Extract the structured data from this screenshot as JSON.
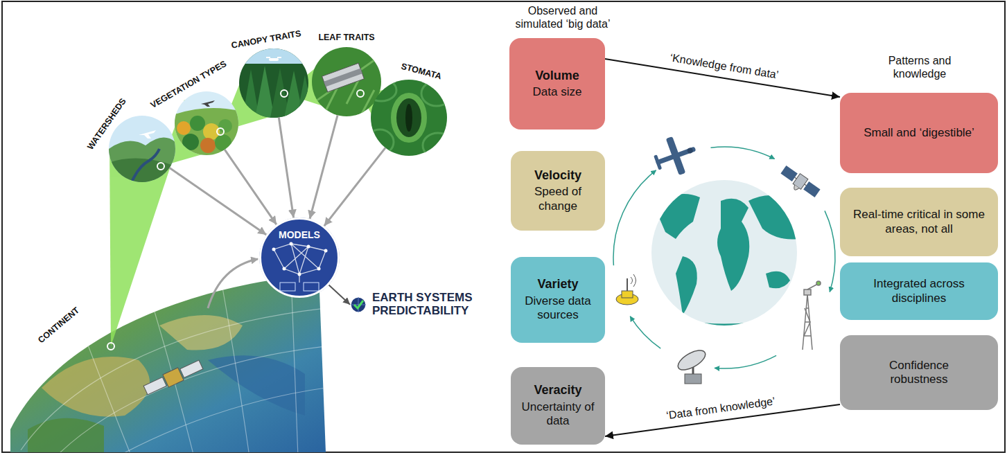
{
  "diagram": {
    "nodes": [
      {
        "text": [
          "WATERSHEDS"
        ]
      },
      {
        "text": [
          "VEGETATION TYPES"
        ]
      },
      {
        "text": [
          "CANOPY TRAITS"
        ]
      },
      {
        "text": [
          "LEAF TRAITS"
        ]
      },
      {
        "text": [
          "STOMATA"
        ]
      },
      {
        "text": [
          "MODELS"
        ]
      },
      {
        "text": [
          "EARTH SYSTEMS PREDICTABILITY"
        ]
      },
      {
        "text": [
          "Volume",
          "Data size"
        ]
      },
      {
        "text": [
          "Velocity",
          "Speed of change"
        ]
      },
      {
        "text": [
          "Variety",
          "Diverse data sources"
        ]
      },
      {
        "text": [
          "Veracity",
          "Uncertainty of data"
        ]
      },
      {
        "text": [
          "Small and ‘digestible’"
        ]
      },
      {
        "text": [
          "Real-time critical in some areas, not all"
        ]
      },
      {
        "text": [
          "Integrated across disciplines"
        ]
      },
      {
        "text": [
          "Confidence robustness"
        ]
      }
    ],
    "edges": [
      {
        "from": 0,
        "to": 5,
        "arrow": "to"
      },
      {
        "from": 1,
        "to": 5,
        "arrow": "to"
      },
      {
        "from": 2,
        "to": 5,
        "arrow": "to"
      },
      {
        "from": 3,
        "to": 5,
        "arrow": "to"
      },
      {
        "from": 4,
        "to": 5,
        "arrow": "to"
      },
      {
        "from": 5,
        "to": 6,
        "arrow": "to"
      },
      {
        "from": 7,
        "to": 11,
        "label": "‘Knowledge from data’",
        "arrow": "to"
      },
      {
        "from": 14,
        "to": 10,
        "label": "‘Data from knowledge’",
        "arrow": "to"
      }
    ],
    "labels": [
      "CONTINENT",
      "Observed and simulated ‘big data’",
      "Patterns and knowledge"
    ]
  }
}
